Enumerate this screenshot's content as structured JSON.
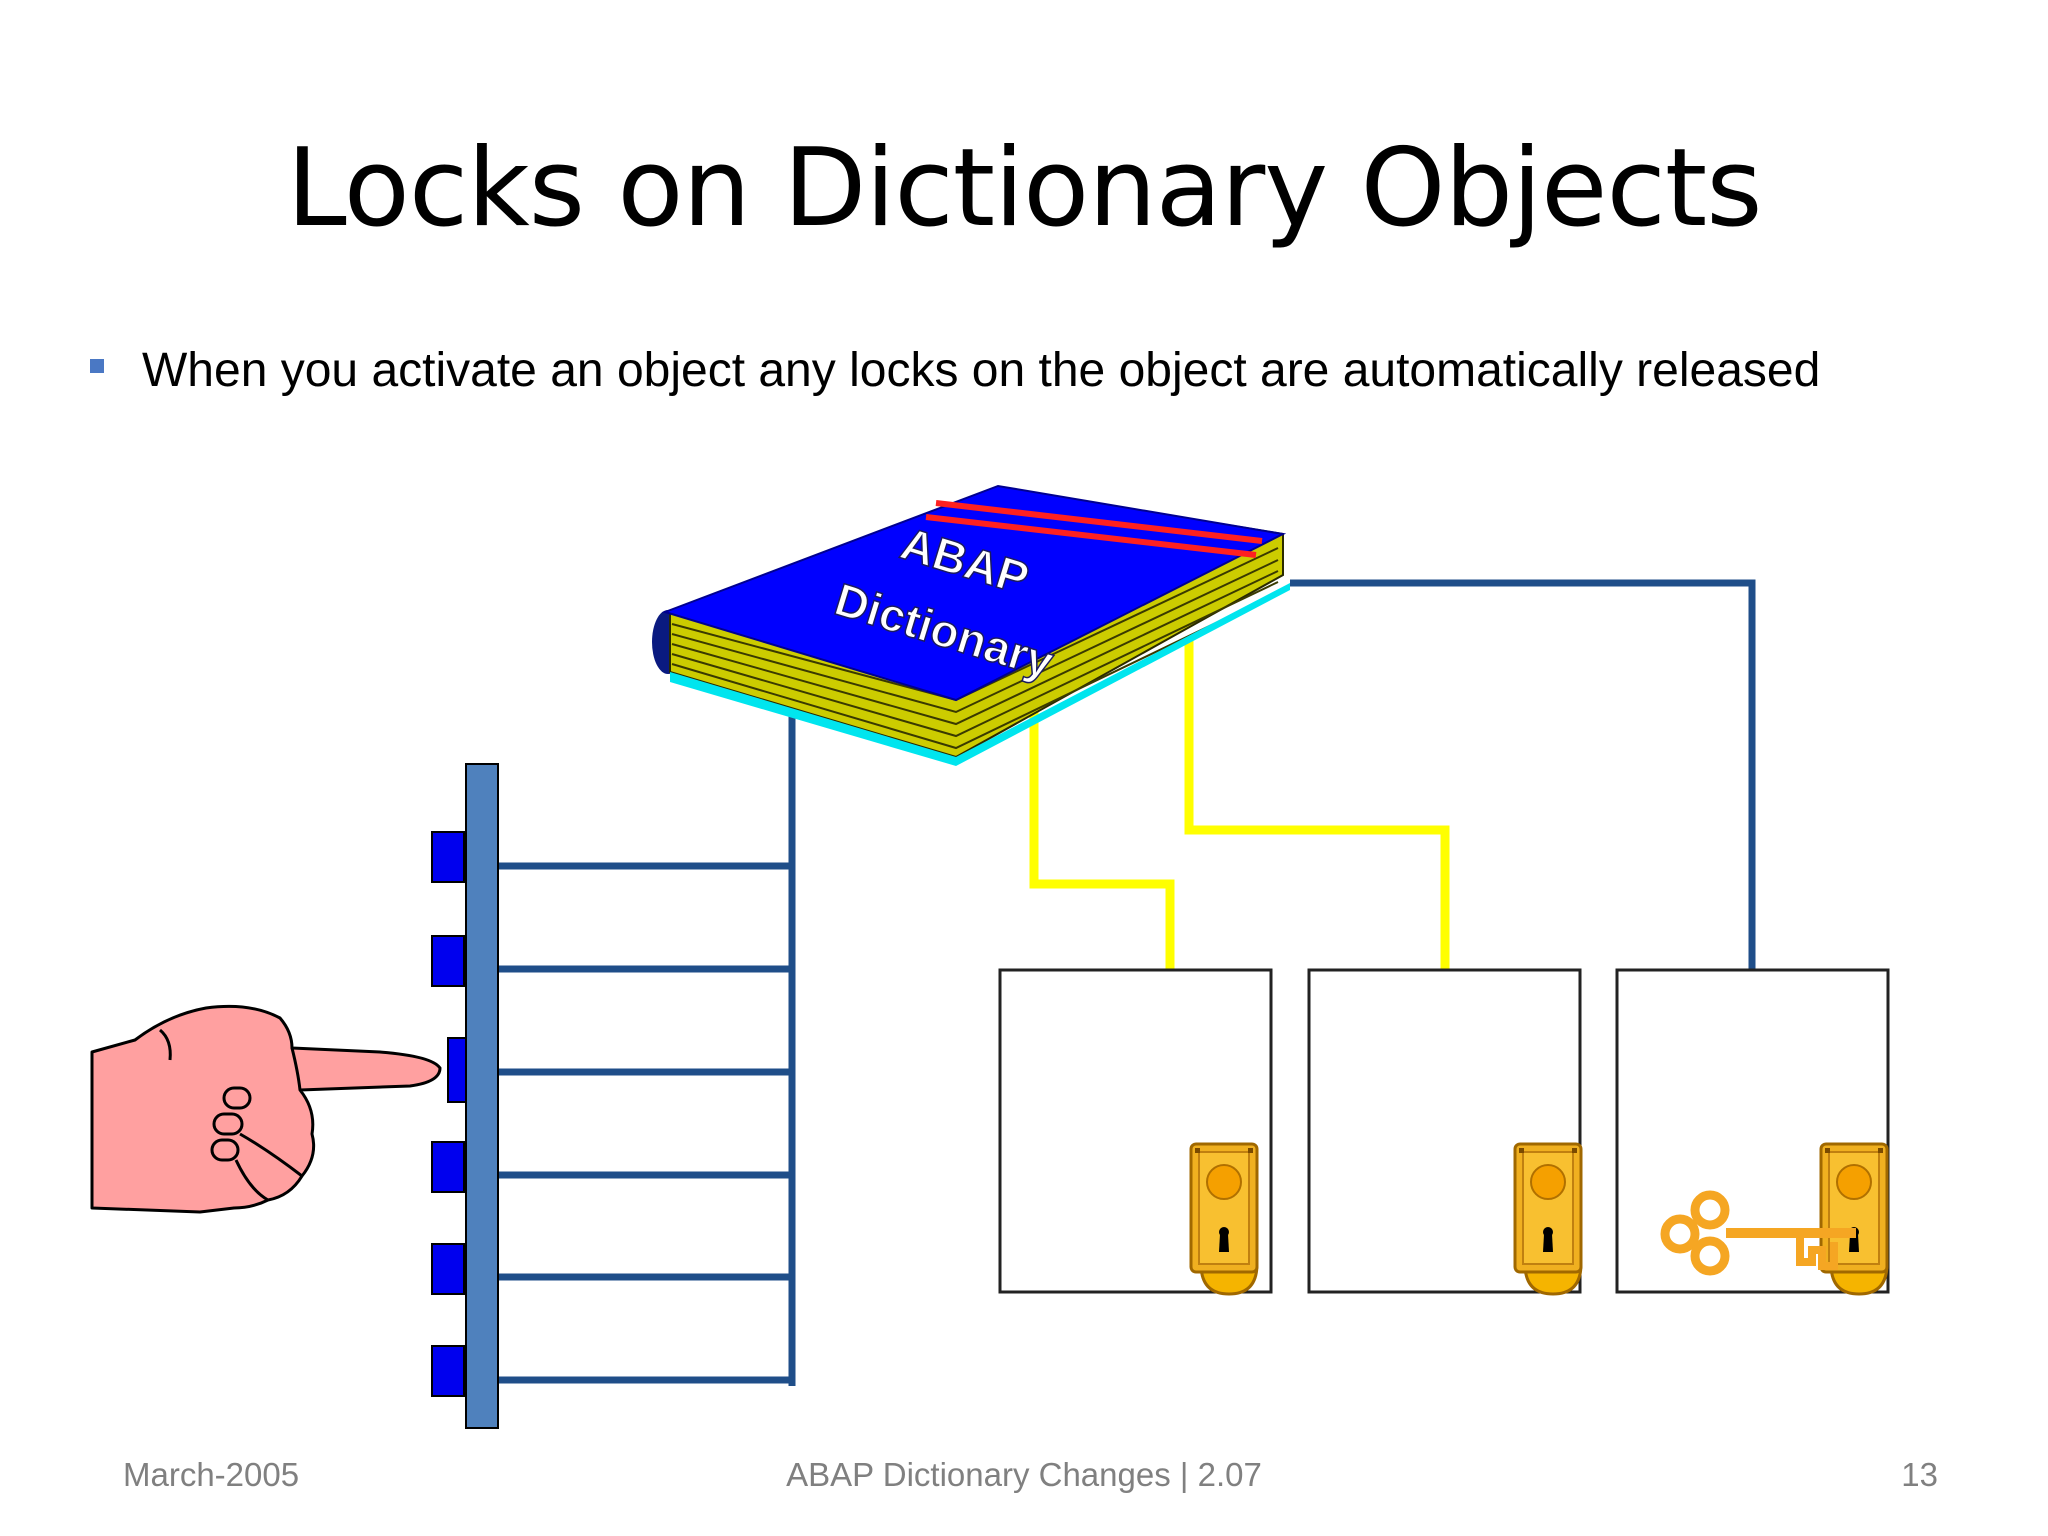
{
  "slide": {
    "title": "Locks on Dictionary Objects",
    "bullets": [
      "When you activate an object any locks on the object are automatically released"
    ]
  },
  "diagram": {
    "book": {
      "label_line1": "ABAP",
      "label_line2": "Dictionary"
    },
    "switch_panel_buttons": 6,
    "object_boxes": [
      {
        "lock": "locked",
        "wire": "yellow"
      },
      {
        "lock": "locked",
        "wire": "yellow"
      },
      {
        "lock": "unlocked",
        "wire": "blue",
        "key": true
      }
    ],
    "colors": {
      "wire_blue": "#1f4e89",
      "wire_yellow": "#ffff00",
      "book_cover": "#0000ff",
      "book_pages": "#cccc00",
      "panel_bar": "#4f81bd",
      "button": "#0000ee",
      "hand": "#ffa0a0",
      "lock_plate": "#f0b020",
      "key": "#f5a623"
    },
    "icons": [
      "book-icon",
      "pointing-hand-icon",
      "lock-icon",
      "key-icon"
    ]
  },
  "footer": {
    "date": "March-2005",
    "center": "ABAP Dictionary Changes | 2.07",
    "page": "13"
  }
}
